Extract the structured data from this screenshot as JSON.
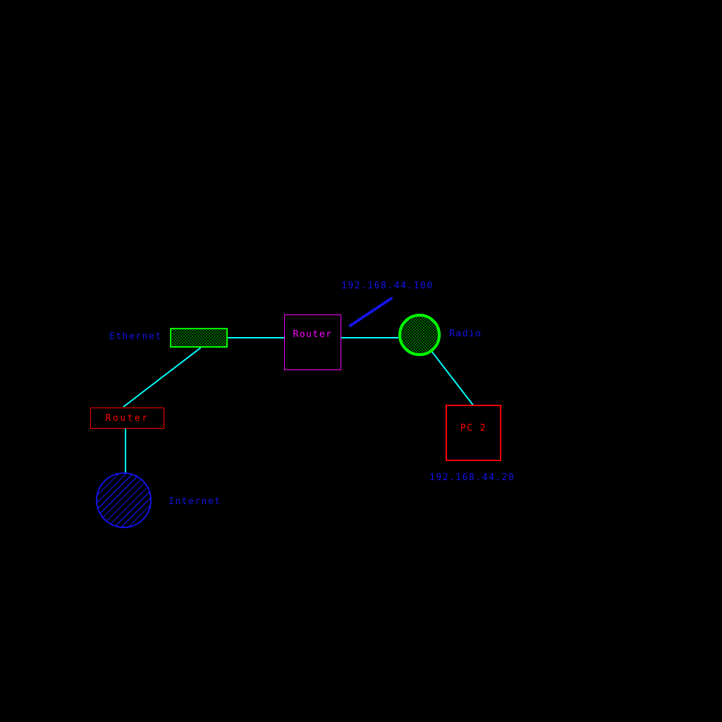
{
  "diagram": {
    "type": "network-diagram",
    "colors": {
      "background": "#000000",
      "link": "#00ffff",
      "ethernet_shape": "#00ff00",
      "radio_shape": "#00ff00",
      "wireless_router_shape": "#ff00ff",
      "gateway_router_shape": "#ff0000",
      "pc2_shape": "#ff0000",
      "internet_shape": "#1414e8",
      "annotation_text": "#1414e8"
    },
    "nodes": {
      "ethernet_segment": {
        "type": "hatched-rectangle",
        "label": ""
      },
      "wireless_router": {
        "type": "rectangle",
        "label": "Router"
      },
      "radio": {
        "type": "hatched-circle",
        "label": ""
      },
      "gateway_router": {
        "type": "rectangle",
        "label": "Router"
      },
      "internet": {
        "type": "hatched-circle",
        "label": ""
      },
      "pc2": {
        "type": "rectangle",
        "label": "PC 2"
      }
    },
    "labels": {
      "ip_wireless_router": "192.168.44.100",
      "ethernet": "Ethernet",
      "radio": "Radio",
      "internet": "Internet",
      "ip_pc2": "192.168.44.20"
    },
    "edges": [
      {
        "from": "ethernet_segment",
        "to": "wireless_router"
      },
      {
        "from": "wireless_router",
        "to": "radio"
      },
      {
        "from": "radio",
        "to": "pc2"
      },
      {
        "from": "ethernet_segment",
        "to": "gateway_router"
      },
      {
        "from": "gateway_router",
        "to": "internet"
      }
    ],
    "annotations": [
      {
        "text": "192.168.44.100",
        "points_to": "wireless_router"
      }
    ]
  }
}
